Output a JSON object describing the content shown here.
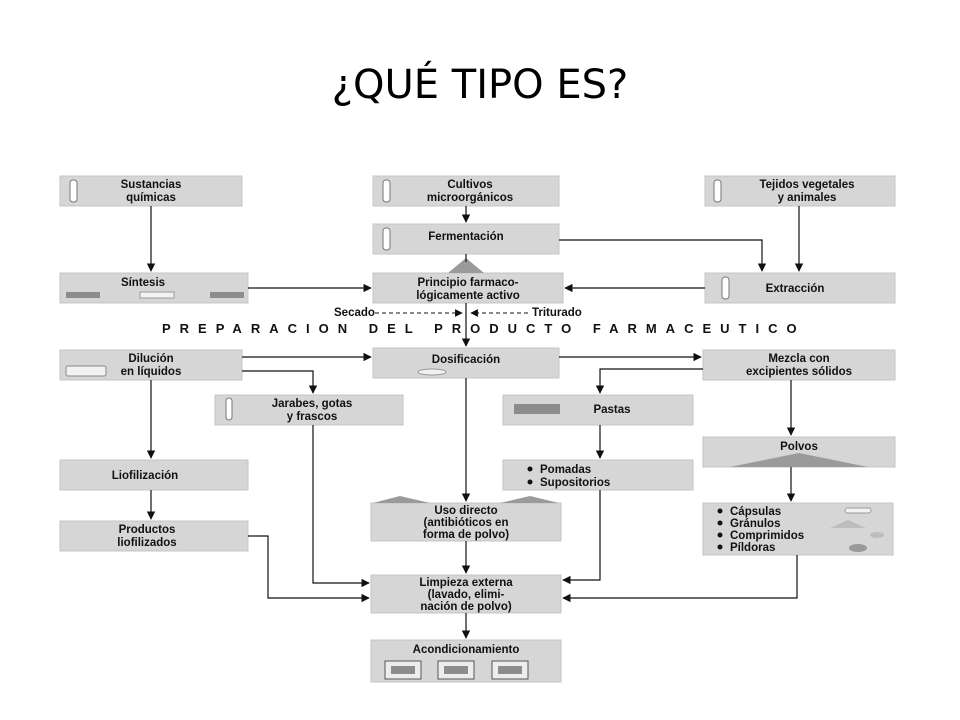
{
  "title": "¿QUÉ TIPO ES?",
  "band": "PREPARACION DEL PRODUCTO FARMACEUTICO",
  "nodes": {
    "sustancias": [
      "Sustancias",
      "químicas"
    ],
    "cultivos": [
      "Cultivos",
      "microorgánicos"
    ],
    "tejidos": [
      "Tejidos vegetales",
      "y animales"
    ],
    "fermentacion": [
      "Fermentación"
    ],
    "sintesis": [
      "Síntesis"
    ],
    "principio": [
      "Principio farmaco-",
      "lógicamente activo"
    ],
    "extraccion": [
      "Extracción"
    ],
    "secado": "Secado",
    "triturado": "Triturado",
    "dilucion": [
      "Dilución",
      "en líquidos"
    ],
    "dosificacion": [
      "Dosificación"
    ],
    "mezcla": [
      "Mezcla con",
      "excipientes sólidos"
    ],
    "jarabes": [
      "Jarabes, gotas",
      "y frascos"
    ],
    "pastas": [
      "Pastas"
    ],
    "polvos": [
      "Polvos"
    ],
    "liofilizacion": [
      "Liofilización"
    ],
    "pomadas": [
      "Pomadas",
      "Supositorios"
    ],
    "uso_directo": [
      "Uso directo",
      "(antibióticos en",
      "forma de polvo)"
    ],
    "capsulas": [
      "Cápsulas",
      "Gránulos",
      "Comprimidos",
      "Píldoras"
    ],
    "productos": [
      "Productos",
      "liofilizados"
    ],
    "limpieza": [
      "Limpieza externa",
      "(lavado, elimi-",
      "nación de polvo)"
    ],
    "acondicionamiento": [
      "Acondicionamiento"
    ]
  },
  "colors": {
    "box": "#d6d6d6",
    "line": "#111111",
    "accent_bar": "#8c8c8c"
  }
}
